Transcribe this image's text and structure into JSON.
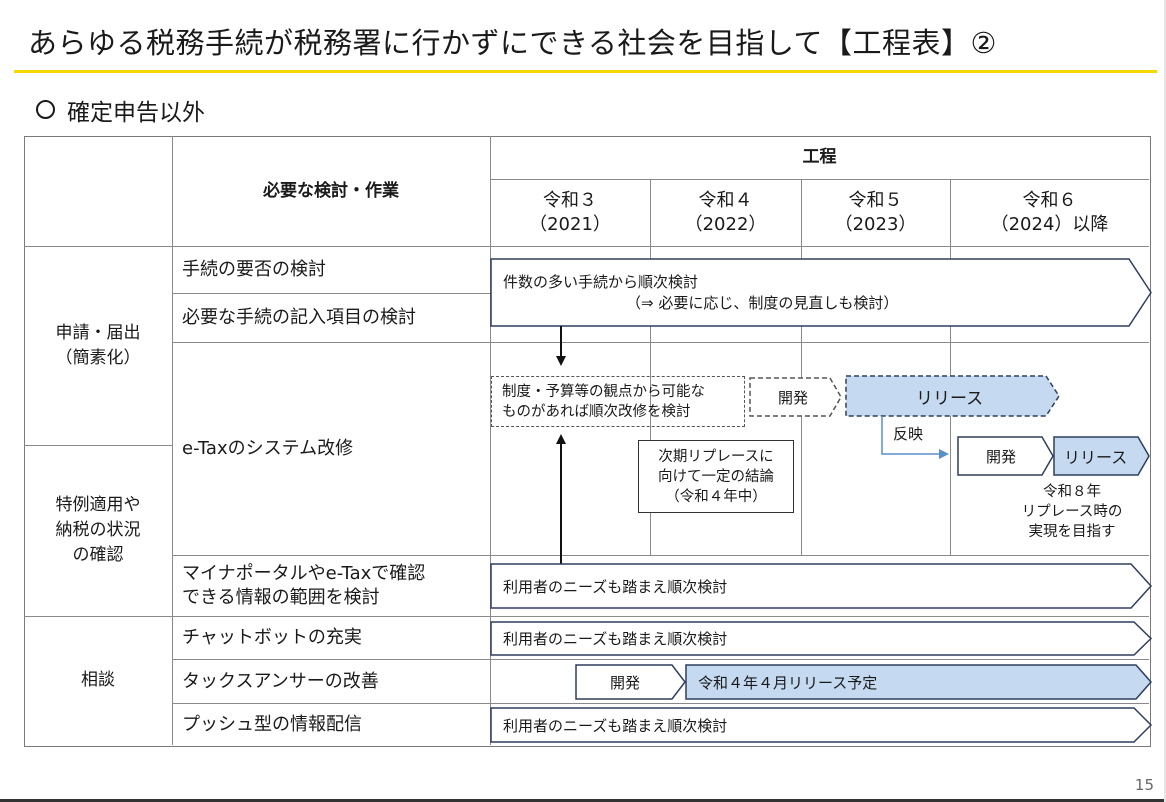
{
  "slide": {
    "title": "あらゆる税務手続が税務署に行かずにできる社会を目指して【工程表】②",
    "section": "確定申告以外",
    "page_number": "15"
  },
  "table": {
    "header_task": "必要な検討・作業",
    "header_schedule": "工程",
    "years": [
      {
        "label": "令和３",
        "sub": "（2021）"
      },
      {
        "label": "令和４",
        "sub": "（2022）"
      },
      {
        "label": "令和５",
        "sub": "（2023）"
      },
      {
        "label": "令和６",
        "sub": "（2024）以降"
      }
    ],
    "categories": [
      {
        "lines": [
          "申請・届出",
          "（簡素化）"
        ]
      },
      {
        "lines": [
          "特例適用や",
          "納税の状況",
          "の確認"
        ]
      },
      {
        "lines": [
          "相談"
        ]
      }
    ],
    "tasks": [
      "手続の要否の検討",
      "必要な手続の記入項目の検討",
      "e-Taxのシステム改修",
      [
        "マイナポータルやe-Taxで確認",
        "できる情報の範囲を検討"
      ],
      "チャットボットの充実",
      "タックスアンサーの改善",
      "プッシュ型の情報配信"
    ]
  },
  "schedule": {
    "bar1_line1": "件数の多い手続から順次検討",
    "bar1_line2": "（⇒ 必要に応じ、制度の見直しも検討）",
    "review_box": [
      "制度・予算等の観点から可能な",
      "ものがあれば順次改修を検討"
    ],
    "dev1": "開発",
    "release1": "リリース",
    "reflect": "反映",
    "dev2": "開発",
    "release2": "リリース",
    "conclusion_box": [
      "次期リプレースに",
      "向けて一定の結論",
      "（令和４年中）"
    ],
    "replace_note": [
      "令和８年",
      "リプレース時の",
      "実現を目指す"
    ],
    "bar_myna": "利用者のニーズも踏まえ順次検討",
    "bar_chatbot": "利用者のニーズも踏まえ順次検討",
    "dev3": "開発",
    "bar_taxanswer": "令和４年４月リリース予定",
    "bar_push": "利用者のニーズも踏まえ順次検討"
  },
  "colors": {
    "accent_rule": "#f5d800",
    "release_fill": "#c5daf0",
    "arrow_stroke": "#2f3f5f",
    "reflect_arrow": "#5b8fc7"
  }
}
